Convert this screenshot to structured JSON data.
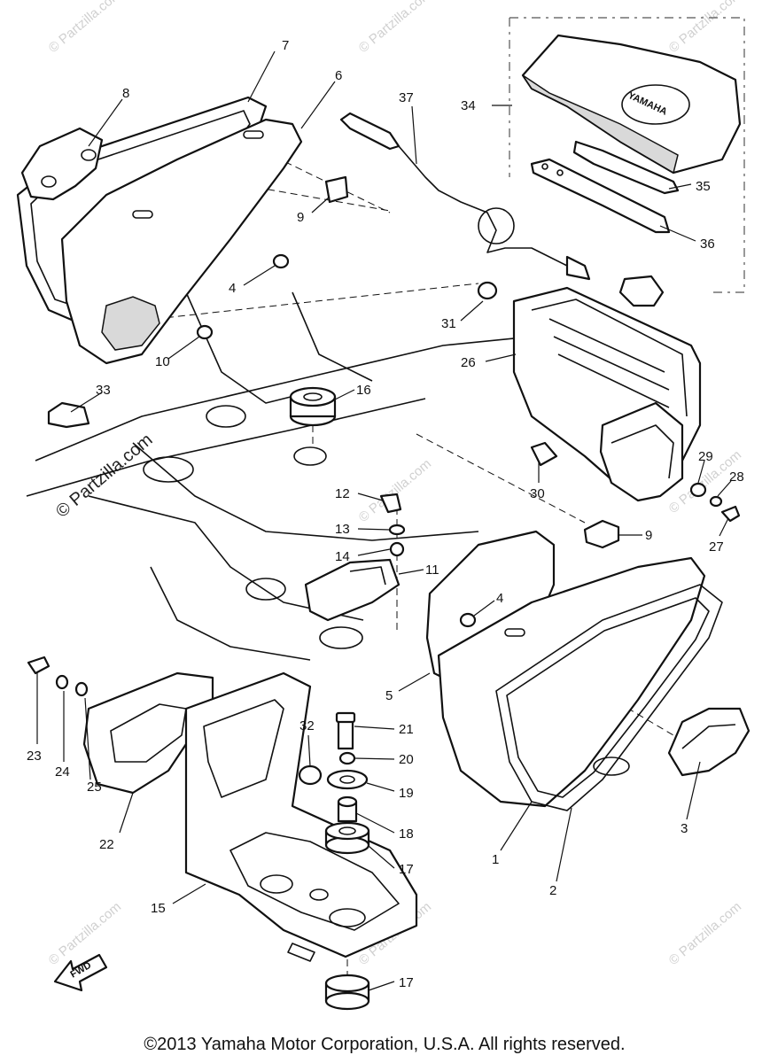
{
  "watermark": "© Partzilla.com",
  "copyright": "©2013 Yamaha Motor Corporation, U.S.A. All rights reserved.",
  "fwd_label": "FWD",
  "seat_logo": "YAMAHA",
  "labels": {
    "l1": "1",
    "l2": "2",
    "l3": "3",
    "l4a": "4",
    "l4b": "4",
    "l5": "5",
    "l6": "6",
    "l7": "7",
    "l8": "8",
    "l9a": "9",
    "l9b": "9",
    "l10": "10",
    "l11": "11",
    "l12": "12",
    "l13": "13",
    "l14": "14",
    "l15": "15",
    "l16": "16",
    "l17a": "17",
    "l17b": "17",
    "l18": "18",
    "l19": "19",
    "l20": "20",
    "l21": "21",
    "l22": "22",
    "l23": "23",
    "l24": "24",
    "l25": "25",
    "l26": "26",
    "l27": "27",
    "l28": "28",
    "l29": "29",
    "l30": "30",
    "l31": "31",
    "l32": "32",
    "l33": "33",
    "l34": "34",
    "l35": "35",
    "l36": "36",
    "l37": "37"
  }
}
